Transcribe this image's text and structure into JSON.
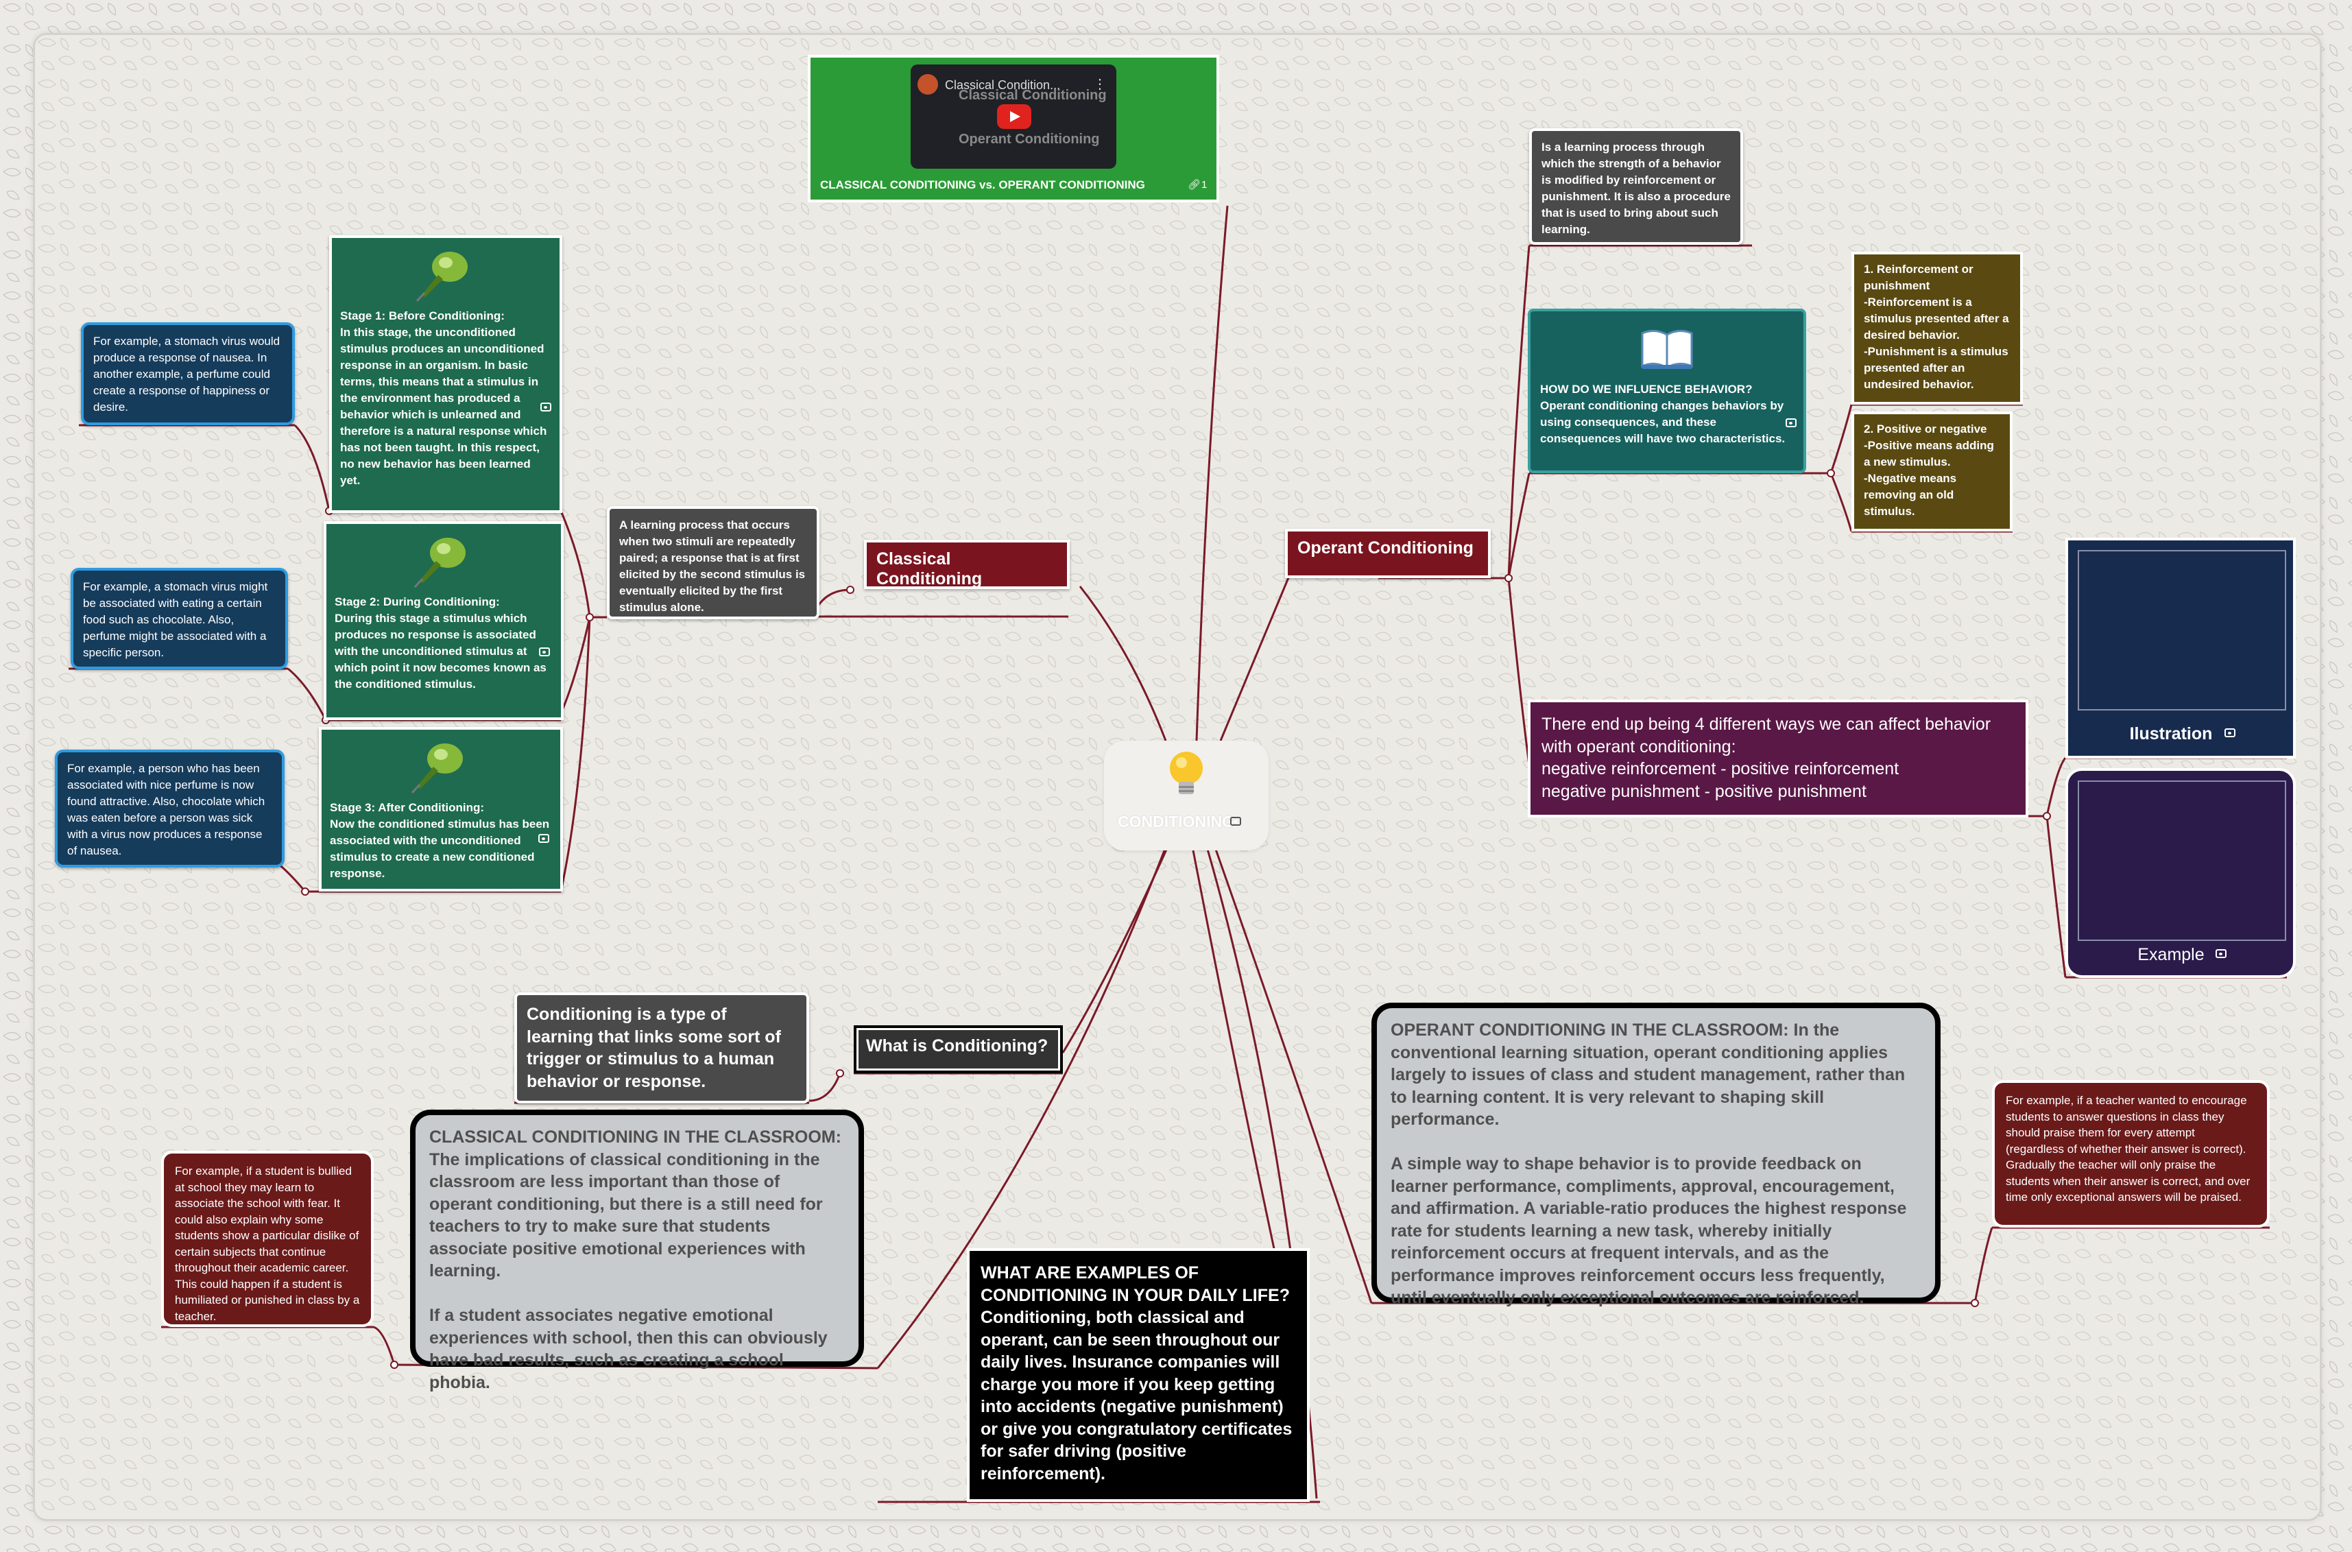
{
  "center": {
    "label": "CONDITIONING",
    "icon": "lightbulb-icon"
  },
  "video": {
    "label": "CLASSICAL CONDITIONING vs. OPERANT CONDITIONING",
    "link_count": "1",
    "thumb_title": "Classical Condition...",
    "thumb_top": "Classical Conditioning",
    "thumb_bottom": "Operant Conditioning"
  },
  "classical": {
    "label": "Classical Conditioning",
    "definition": "A learning process that occurs when two stimuli are repeatedly paired; a response that is at first elicited by the second stimulus is eventually elicited by the first stimulus alone.",
    "stages": [
      {
        "text": "Stage 1: Before Conditioning:\nIn this stage, the unconditioned stimulus produces an unconditioned response in an organism. In basic terms, this means that a stimulus in the environment has produced a behavior  which is unlearned and therefore is a natural response which has not been taught. In this respect, no new behavior has been learned yet.",
        "example": "For example, a stomach virus would produce a response of nausea. In another example, a perfume could create a response of happiness or desire."
      },
      {
        "text": "Stage 2: During Conditioning:\nDuring this stage a stimulus which produces no response is associated with the unconditioned stimulus at which point it now becomes known as the conditioned stimulus.",
        "example": "For example, a stomach virus might be associated with eating a certain food such as chocolate. Also, perfume might be associated with a specific person."
      },
      {
        "text": "Stage 3: After Conditioning:\nNow the conditioned stimulus has been associated with the unconditioned stimulus to create a new conditioned response.",
        "example": "For example, a person who has been associated with nice perfume is now found attractive. Also, chocolate which was eaten before a person was sick with a virus now produces a response of nausea."
      }
    ]
  },
  "operant": {
    "label": "Operant Conditioning",
    "definition": "Is a learning process through which the strength of a behavior is modified by reinforcement or punishment. It is also a procedure that is used to bring about such learning.",
    "influence": "HOW DO WE INFLUENCE BEHAVIOR?\nOperant conditioning changes behaviors by using consequences, and these consequences will have two characteristics.",
    "char1": "1. Reinforcement or punishment\n-Reinforcement is a stimulus presented after a desired behavior.\n-Punishment is a stimulus presented after an undesired behavior.",
    "char2": "2. Positive or negative\n-Positive means adding a new stimulus.\n-Negative means removing an old stimulus.",
    "ways": "There end up being 4 different ways we can affect behavior with operant conditioning:\nnegative reinforcement      -       positive reinforcement\nnegative punishment  -       positive punishment",
    "illustration": "Ilustration",
    "example_img": "Example"
  },
  "what": {
    "label": "What is Conditioning?",
    "definition": "Conditioning is a type of learning that links some sort of trigger or stimulus to a human behavior or response."
  },
  "classroom_classical": {
    "text": "CLASSICAL CONDITIONING IN THE CLASSROOM: The implications of classical conditioning in the classroom are less important than those of operant conditioning, but there is a still need for teachers to try to make sure that students associate positive emotional experiences with learning.\n\nIf a student associates negative emotional experiences with school, then this can obviously have bad results, such as creating a school phobia.",
    "example": "For example, if a student is bullied at school they may learn to associate the school with fear. It could also explain why some students show a particular dislike of certain subjects that continue throughout their academic career. This could happen if a student is humiliated or punished in class by a teacher."
  },
  "classroom_operant": {
    "text": "OPERANT CONDITIONING IN THE CLASSROOM: In the conventional learning situation, operant conditioning applies largely to issues of class and student management, rather than to learning content. It is very relevant to shaping skill performance.\n\nA simple way to shape behavior is to provide feedback on learner performance, compliments, approval, encouragement, and affirmation. A variable-ratio produces the highest response rate for students learning a new task, whereby initially reinforcement occurs at frequent intervals, and as the performance improves reinforcement occurs less frequently, until eventually only exceptional outcomes are reinforced.",
    "example": "For example, if a teacher wanted to encourage students to answer questions in class they should praise them for every attempt (regardless of whether their answer is correct). Gradually the teacher will only praise the students when their answer is correct, and over time only exceptional answers will be praised."
  },
  "daily": {
    "text": "WHAT ARE EXAMPLES OF CONDITIONING IN YOUR DAILY LIFE?\nConditioning, both classical and operant, can be seen throughout our daily lives. Insurance companies will charge you more if you keep getting into accidents (negative punishment) or give you congratulatory certificates for safer driving (positive reinforcement)."
  },
  "colors": {
    "link": "#7a1a28",
    "maroon": "#7a1520",
    "green": "#1e6b50",
    "teal": "#17625f",
    "video_green": "#2b9b37"
  }
}
